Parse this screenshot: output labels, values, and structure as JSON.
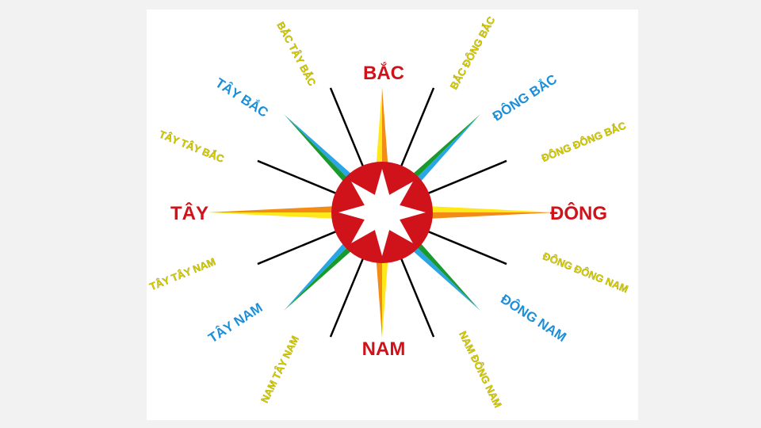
{
  "colors": {
    "background": "#f2f2f2",
    "canvas": "#ffffff",
    "cardinal_text": "#d0121b",
    "intercardinal_text": "#1d8fd8",
    "minor_text": "#d7cf00",
    "yellow": "#ffe81a",
    "orange": "#f28c14",
    "green": "#1a9a2c",
    "blue": "#2aa6e6",
    "red": "#d0121b",
    "star": "#ffffff",
    "line": "#000000"
  },
  "directions": {
    "cardinal": {
      "north": "BẮC",
      "east": "ĐÔNG",
      "south": "NAM",
      "west": "TÂY"
    },
    "intercardinal": {
      "northeast": "ĐÔNG BẮC",
      "southeast": "ĐÔNG NAM",
      "southwest": "TÂY NAM",
      "northwest": "TÂY BẮC"
    },
    "minor": {
      "nne": "BẮC ĐÔNG BẮC",
      "ene": "ĐÔNG ĐÔNG BẮC",
      "ese": "ĐÔNG ĐÔNG NAM",
      "sse": "NAM ĐÔNG NAM",
      "ssw": "NAM TÂY NAM",
      "wsw": "TÂY TÂY NAM",
      "wnw": "TÂY TÂY BẮC",
      "nnw": "BẮC TÂY BẮC"
    }
  }
}
